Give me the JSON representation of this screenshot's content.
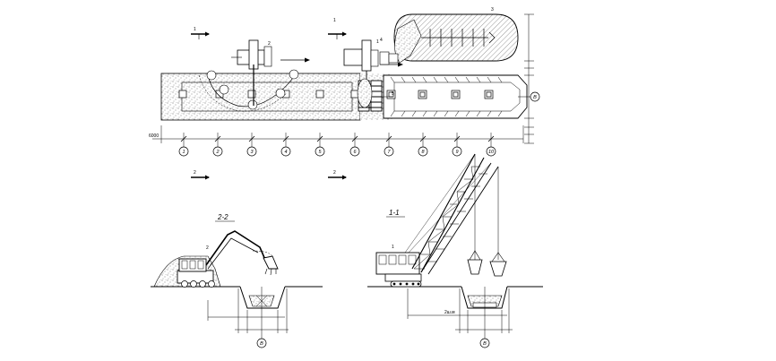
{
  "plan": {
    "axis_labels": [
      "1",
      "2",
      "3",
      "4",
      "5",
      "6",
      "7",
      "8",
      "9",
      "10"
    ],
    "side_axis_label": "В",
    "machine_marks": [
      "1",
      "2",
      "3",
      "4",
      "5"
    ],
    "section_marks": [
      "1",
      "1",
      "2",
      "2"
    ],
    "spacing_label": "6000"
  },
  "section_left": {
    "title": "2-2",
    "axis_label": "В",
    "machine_mark": "2"
  },
  "section_right": {
    "title": "1-1",
    "axis_label": "В",
    "machine_mark": "1",
    "dim_label": "2ш.м"
  },
  "colors": {
    "line": "#000000",
    "soil_fill": "#e6e6e6",
    "background": "#ffffff"
  }
}
